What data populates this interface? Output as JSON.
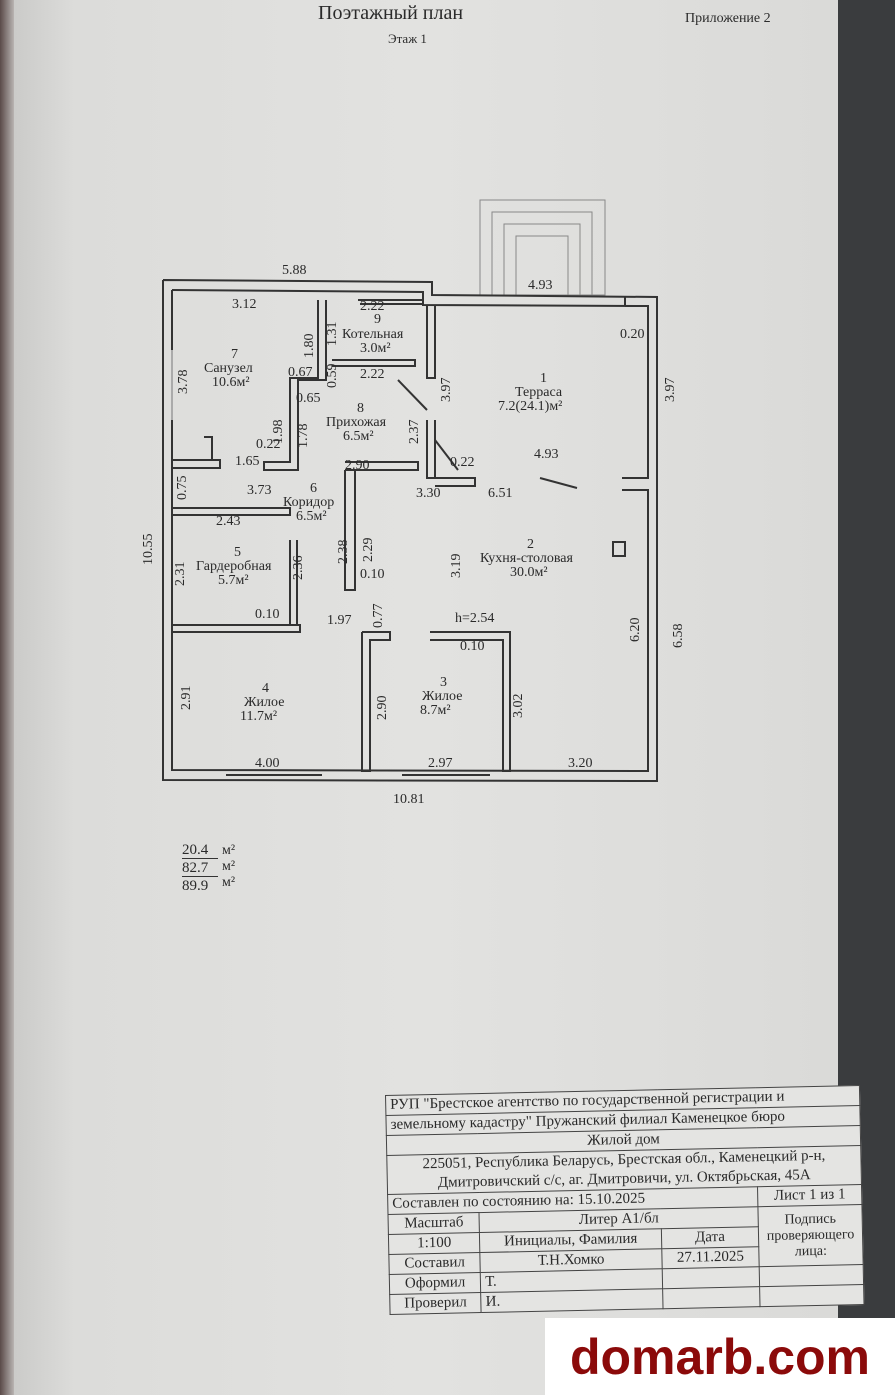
{
  "header": {
    "title": "Поэтажный план",
    "floor": "Этаж 1",
    "appendix": "Приложение 2"
  },
  "rooms": [
    {
      "num": "1",
      "name": "Терраса",
      "area": "7.2(24.1)м²"
    },
    {
      "num": "2",
      "name": "Кухня-столовая",
      "area": "30.0м²"
    },
    {
      "num": "3",
      "name": "Жилое",
      "area": "8.7м²"
    },
    {
      "num": "4",
      "name": "Жилое",
      "area": "11.7м²"
    },
    {
      "num": "5",
      "name": "Гардеробная",
      "area": "5.7м²"
    },
    {
      "num": "6",
      "name": "Коридор",
      "area": "6.5м²"
    },
    {
      "num": "7",
      "name": "Санузел",
      "area": "10.6м²"
    },
    {
      "num": "8",
      "name": "Прихожая",
      "area": "6.5м²"
    },
    {
      "num": "9",
      "name": "Котельная",
      "area": "3.0м²"
    }
  ],
  "dims": {
    "top_left": "5.88",
    "d312": "3.12",
    "d222a": "2.22",
    "d222b": "2.22",
    "d493top": "4.93",
    "d020": "0.20",
    "d397l": "3.97",
    "d397r": "3.97",
    "d180": "1.80",
    "d131": "1.31",
    "d067": "0.67",
    "d059": "0.59",
    "d065": "0.65",
    "d378": "3.78",
    "d198": "1.98",
    "d178": "1.78",
    "d237": "2.37",
    "d022a": "0.22",
    "d022b": "0.22",
    "d165": "1.65",
    "d290": "2.90",
    "d493": "4.93",
    "d373": "3.73",
    "d330": "3.30",
    "d651": "6.51",
    "d075": "0.75",
    "d1055": "10.55",
    "d243": "2.43",
    "d238": "2.38",
    "d229": "2.29",
    "d319": "3.19",
    "d231": "2.31",
    "d236": "2.36",
    "d010a": "0.10",
    "d010b": "0.10",
    "d010c": "0.10",
    "d077": "0.77",
    "d197": "1.97",
    "h": "h=2.54",
    "d620": "6.20",
    "d658": "6.58",
    "d291": "2.91",
    "d290b": "2.90",
    "d302": "3.02",
    "d400": "4.00",
    "d297": "2.97",
    "d320": "3.20",
    "d1081": "10.81"
  },
  "areas": {
    "values": [
      "20.4",
      "82.7",
      "89.9"
    ],
    "unit": "м²"
  },
  "stamp": {
    "org1": "РУП \"Брестское агентство по государственной  регистрации и",
    "org2": "земельному кадастру\" Пружанский филиал Каменецкое бюро",
    "object": "Жилой дом",
    "addr1": "225051, Республика Беларусь, Брестская обл., Каменецкий р-н,",
    "addr2": "Дмитровичский с/с, аг. Дмитровичи, ул. Октябрьская, 45А",
    "state": "Составлен по состоянию на: 15.10.2025",
    "sheet": "Лист  1  из  1",
    "scale_label": "Масштаб",
    "liter": "Литер  А1/бл",
    "scale": "1:100",
    "initials": "Инициалы, Фамилия",
    "date_label": "Дата",
    "sign": "Подпись проверяющего лица:",
    "composed": "Составил",
    "composed_name": "Т.Н.Хомко",
    "composed_date": "27.11.2025",
    "drawn": "Оформил",
    "drawn_name": "Т.",
    "checked": "Проверил",
    "checked_name": "И."
  },
  "watermark": "domarb.com"
}
